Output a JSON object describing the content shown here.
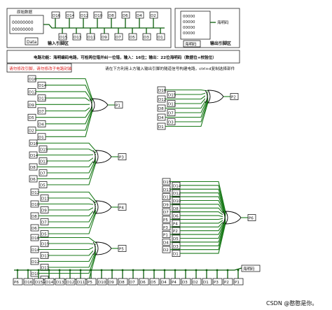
{
  "input_area": {
    "label_original": "原始数据",
    "bits_text_1": "00000000",
    "bits_text_2": "00000000",
    "data_label": "Data",
    "title": "输入引脚区",
    "top_pins": [
      "D16",
      "D14",
      "D12",
      "D10",
      "D8",
      "D6",
      "D4",
      "D2"
    ],
    "bottom_pins": [
      "D15",
      "D13",
      "D11",
      "D9",
      "D7",
      "D5",
      "D3",
      "D1"
    ]
  },
  "output_area": {
    "label_hamming": "海明码",
    "bits_text_1": "00000",
    "bits_text_2": "00000",
    "bits_text_3": "00000",
    "bits_text_4": "00000",
    "box_label": "海明码",
    "title": "输出引脚区"
  },
  "info": {
    "function_text": "电路功能：海明编码电路，可检两位错并纠一位错，输入：16位；输出：22位海明码（数据位+校验位）",
    "warn_1": "请勿修改引脚，请勿修改子电路封装",
    "hint": "请在下方利用上方输入输出引脚的隧道信号构建电路，ctrl+d复制选择部件"
  },
  "groups": [
    {
      "out": "P1",
      "inputs": [
        "D16",
        "D14",
        "D12",
        "D11",
        "D9",
        "D7",
        "D5",
        "D4",
        "D2",
        "D1"
      ]
    },
    {
      "out": "P2",
      "inputs": [
        "D16",
        "D15",
        "D12",
        "D11",
        "D8",
        "D7",
        "D4",
        "D3",
        "D1"
      ]
    },
    {
      "out": "P3",
      "inputs": [
        "D16",
        "D15",
        "D14",
        "D13",
        "D8",
        "D7",
        "D6",
        "D5"
      ]
    },
    {
      "out": "P4",
      "inputs": [
        "D12",
        "D11",
        "D10",
        "D9",
        "D8",
        "D7",
        "D6",
        "D5"
      ]
    },
    {
      "out": "P5",
      "inputs": [
        "D16",
        "D15",
        "D14",
        "D13",
        "D12",
        "D11",
        "D10",
        "D9"
      ]
    },
    {
      "out": "P6",
      "inputs": [
        "D15",
        "D14",
        "D13",
        "D12",
        "D11",
        "D10",
        "D9",
        "D8",
        "D7",
        "D6",
        "P5",
        "P4",
        "P3",
        "P2",
        "P1",
        "D5",
        "D4",
        "D3",
        "D2",
        "D1"
      ]
    }
  ],
  "output_bus": {
    "label": "海明码",
    "pins": [
      "P6",
      "D16",
      "D15",
      "D14",
      "D13",
      "D12",
      "D11",
      "P5",
      "D10",
      "D9",
      "D8",
      "D7",
      "D6",
      "D5",
      "D4",
      "P4",
      "D3",
      "D2",
      "D1",
      "P3",
      "P2",
      "P1"
    ]
  },
  "watermark": "CSDN @憨憨是你。",
  "colors": {
    "wire": "#1a7a1a",
    "warning": "#dd2222"
  }
}
